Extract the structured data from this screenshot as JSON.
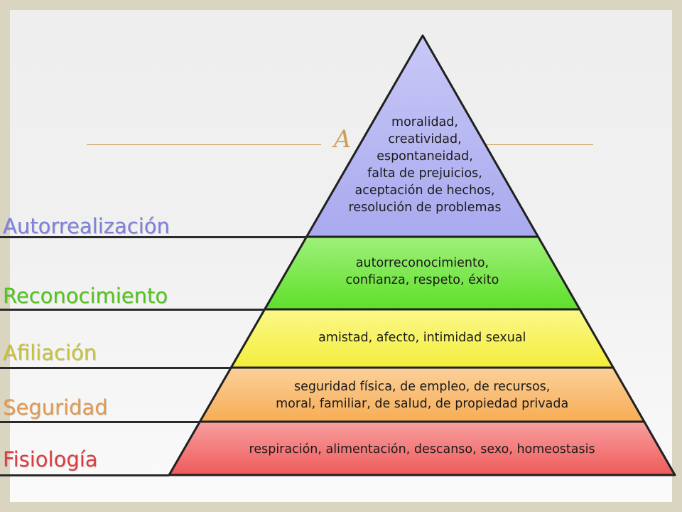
{
  "levels": [
    {
      "id": "autorrealizacion",
      "label": "Autorrealización",
      "color": "#7f7fdc",
      "fill": "#a9a9ef",
      "fill_light": "#c8c8f7",
      "lines": [
        "moralidad,",
        "creatividad,",
        "espontaneidad,",
        "falta de prejuicios,",
        "aceptación de hechos,",
        "resolución de problemas"
      ]
    },
    {
      "id": "reconocimiento",
      "label": "Reconocimiento",
      "color": "#52c41c",
      "fill": "#5ee02a",
      "fill_light": "#9ff07a",
      "lines": [
        "autorreconocimiento,",
        "confianza, respeto, éxito"
      ]
    },
    {
      "id": "afiliacion",
      "label": "Afiliación",
      "color": "#c8c23a",
      "fill": "#f4ee3c",
      "fill_light": "#fbf88a",
      "lines": [
        "amistad, afecto, intimidad sexual"
      ]
    },
    {
      "id": "seguridad",
      "label": "Seguridad",
      "color": "#e39a4e",
      "fill": "#f7ad55",
      "fill_light": "#fbd09a",
      "lines": [
        "seguridad física, de empleo, de recursos,",
        "moral, familiar, de salud, de propiedad privada"
      ]
    },
    {
      "id": "fisiologia",
      "label": "Fisiología",
      "color": "#db3d3d",
      "fill": "#ef5a5a",
      "fill_light": "#f8a0a0",
      "lines": [
        "respiración, alimentación, descanso, sexo, homeostasis"
      ]
    }
  ],
  "ornament": "A",
  "colors": {
    "outline": "#1f1f1f",
    "frame": "#d9d5c0",
    "rule": "#c9a05a"
  }
}
